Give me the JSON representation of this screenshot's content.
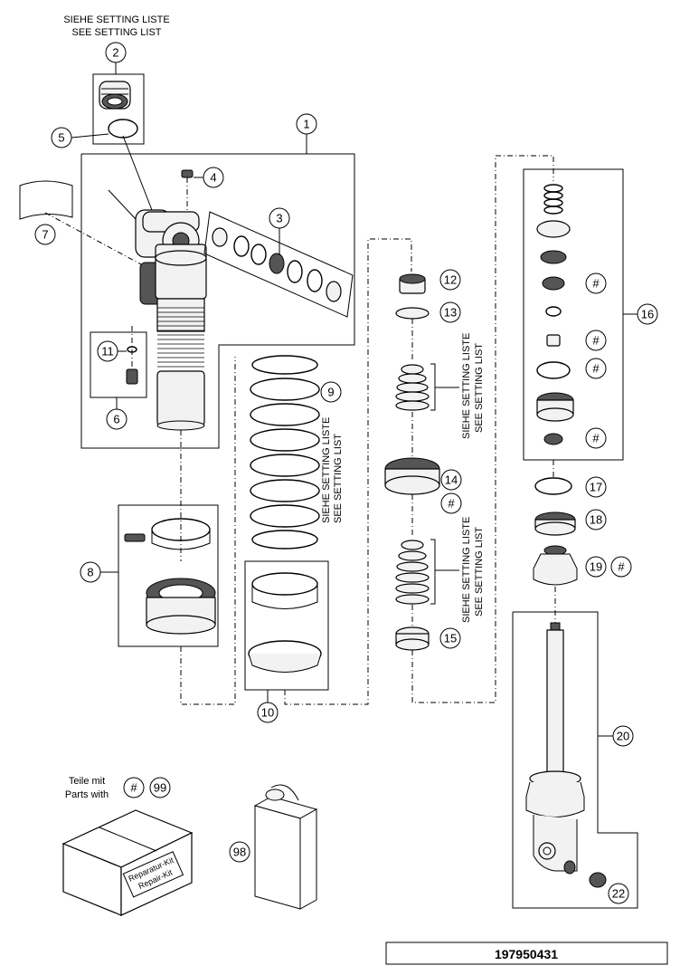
{
  "labels": {
    "setting_de": "SIEHE SETTING LISTE",
    "setting_en": "SEE SETTING LIST",
    "parts_de": "Teile mit",
    "parts_en": "Parts with",
    "kit_de": "Reparatur-Kit",
    "kit_en": "Repair-Kit",
    "hash": "#",
    "drawing_number": "197950431"
  },
  "callouts": {
    "c1": "1",
    "c2": "2",
    "c3": "3",
    "c4": "4",
    "c5": "5",
    "c6": "6",
    "c7": "7",
    "c8": "8",
    "c9": "9",
    "c10": "10",
    "c11": "11",
    "c12": "12",
    "c13": "13",
    "c14": "14",
    "c15": "15",
    "c16": "16",
    "c17": "17",
    "c18": "18",
    "c19": "19",
    "c20": "20",
    "c22": "22",
    "c98": "98",
    "c99": "99"
  },
  "icons": [
    "shock-absorber",
    "spring",
    "adjuster-knob",
    "seal-ring",
    "bump-rubber",
    "piston",
    "piston-rod",
    "oil-can",
    "repair-kit-box"
  ]
}
